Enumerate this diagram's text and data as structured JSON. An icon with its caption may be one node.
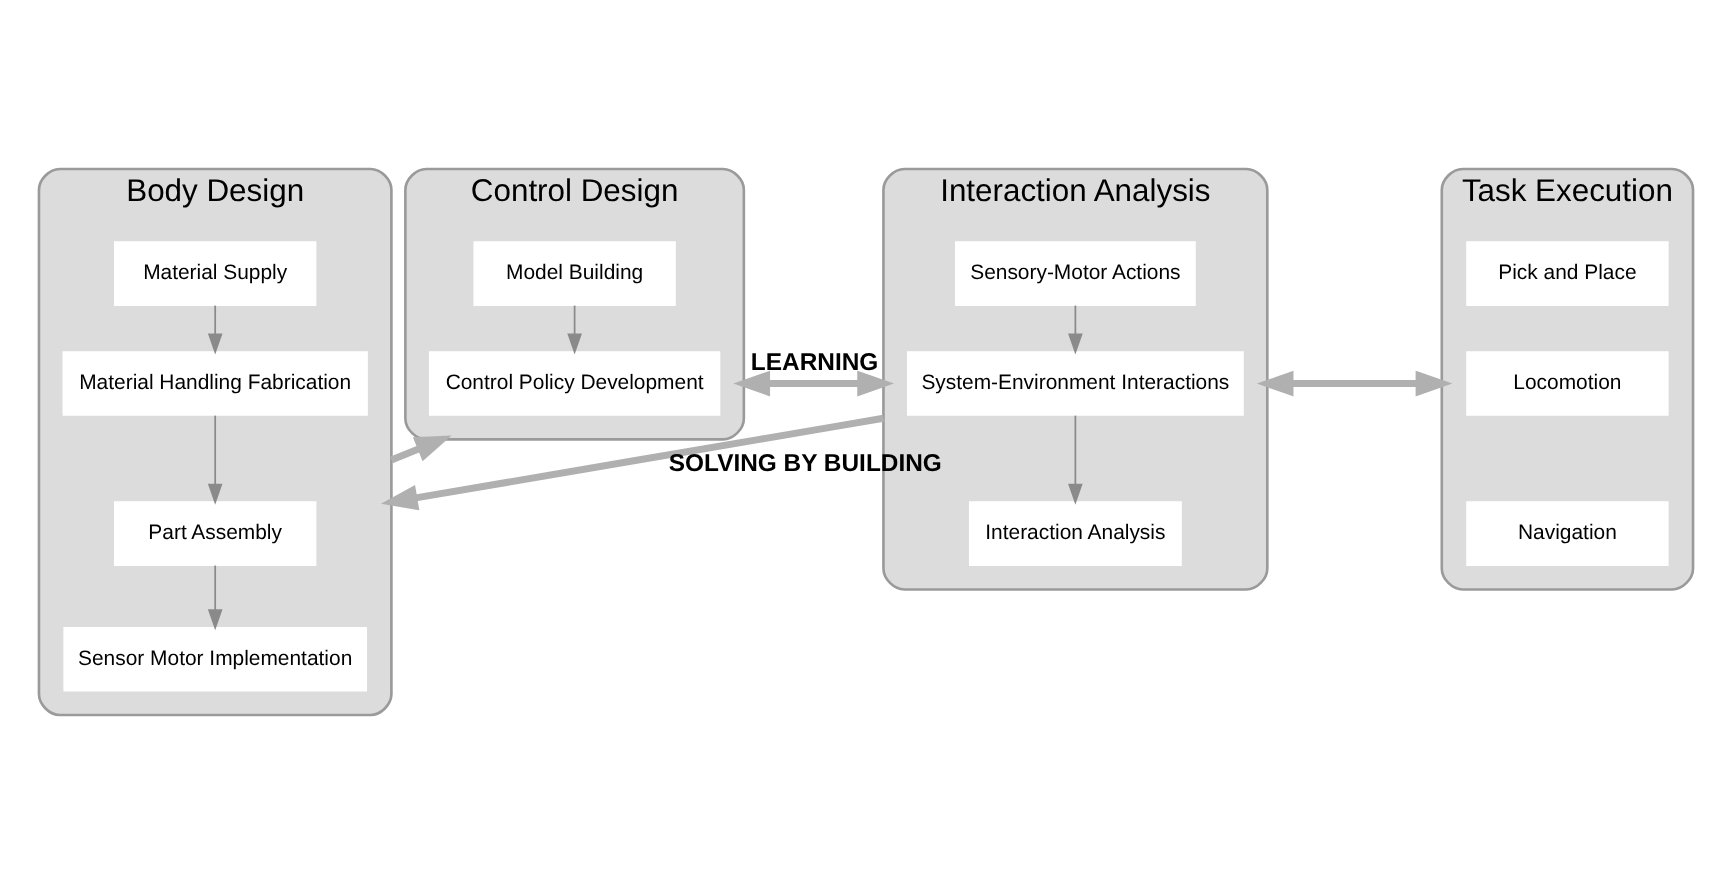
{
  "diagram": {
    "nodes": [
      {
        "text": [
          "Body Design"
        ]
      },
      {
        "text": [
          "Material Supply"
        ],
        "in": 0
      },
      {
        "text": [
          "Material Handling Fabrication"
        ],
        "in": 0
      },
      {
        "text": [
          "Part Assembly"
        ],
        "in": 0
      },
      {
        "text": [
          "Sensor Motor Implementation"
        ],
        "in": 0
      },
      {
        "text": [
          "Control Design"
        ]
      },
      {
        "text": [
          "Model Building"
        ],
        "in": 5
      },
      {
        "text": [
          "Control Policy Development"
        ],
        "in": 5
      },
      {
        "text": [
          "Interaction Analysis"
        ]
      },
      {
        "text": [
          "Sensory-Motor Actions"
        ],
        "in": 8
      },
      {
        "text": [
          "System-Environment Interactions"
        ],
        "in": 8
      },
      {
        "text": [
          "Interaction Analysis"
        ],
        "in": 8
      },
      {
        "text": [
          "Task Execution"
        ]
      },
      {
        "text": [
          "Pick and Place"
        ],
        "in": 12
      },
      {
        "text": [
          "Locomotion"
        ],
        "in": 12
      },
      {
        "text": [
          "Navigation"
        ],
        "in": 12
      }
    ],
    "edges": [
      {
        "from": 1,
        "to": 2,
        "arrow": "to"
      },
      {
        "from": 2,
        "to": 3,
        "arrow": "to"
      },
      {
        "from": 3,
        "to": 4,
        "arrow": "to"
      },
      {
        "from": 6,
        "to": 7,
        "arrow": "to"
      },
      {
        "from": 9,
        "to": 10,
        "arrow": "to"
      },
      {
        "from": 10,
        "to": 11,
        "arrow": "to"
      },
      {
        "from": 0,
        "to": 5,
        "arrow": "to",
        "style": "thick"
      },
      {
        "from": 5,
        "to": 8,
        "arrow": "to",
        "style": "thick"
      },
      {
        "from": 8,
        "to": 12,
        "arrow": "to",
        "style": "thick"
      },
      {
        "from": 12,
        "to": 8,
        "arrow": "to",
        "style": "thick"
      },
      {
        "from": 8,
        "to": 0,
        "arrow": "to",
        "style": "thick",
        "label": "SOLVING BY BUILDING"
      },
      {
        "from": 8,
        "to": 5,
        "arrow": "to",
        "style": "thick",
        "label": "LEARNING"
      }
    ]
  }
}
